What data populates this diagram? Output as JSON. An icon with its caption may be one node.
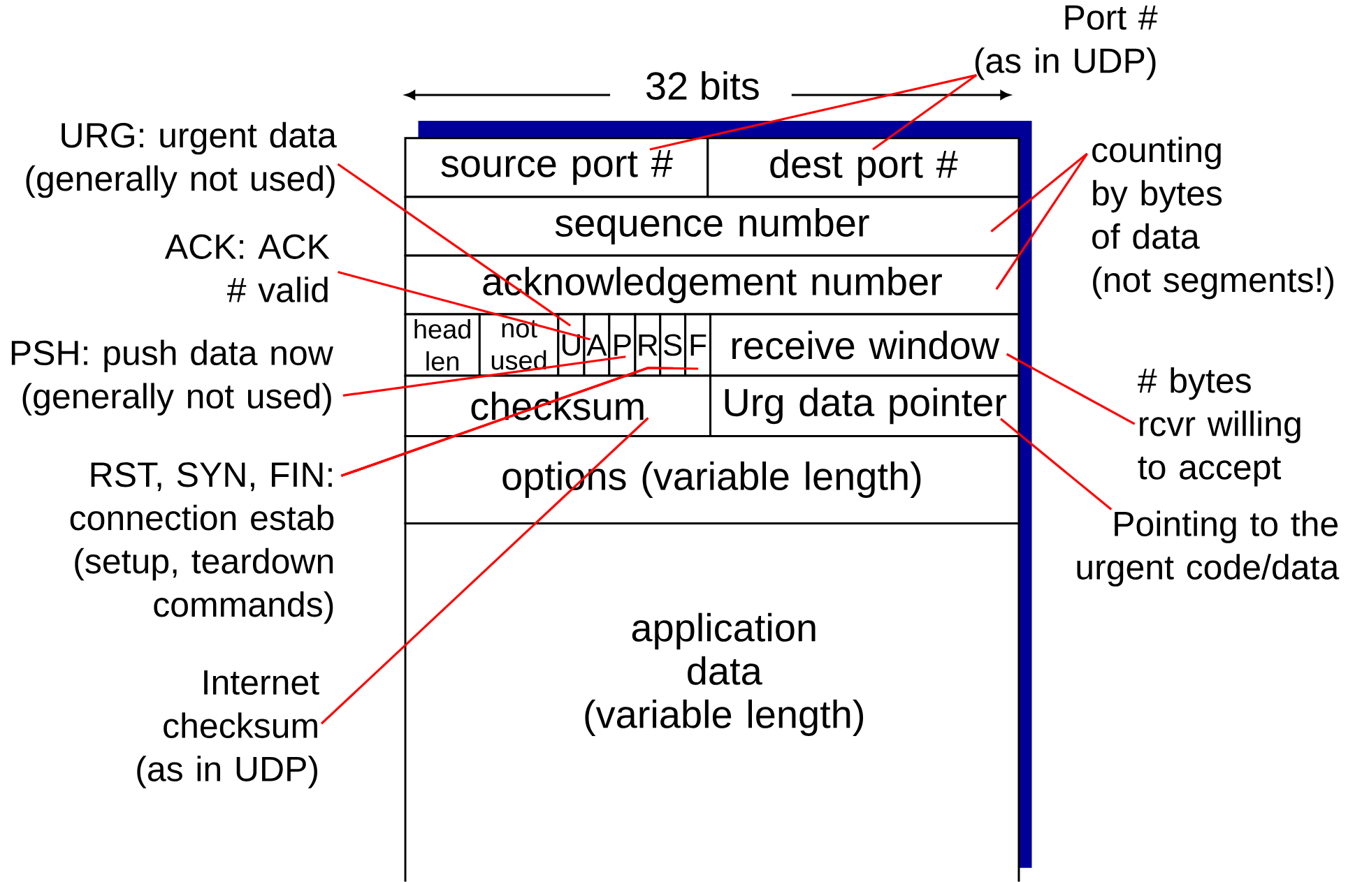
{
  "diagram": {
    "nodes": [
      {
        "text": [
          "Port #",
          "(as in UDP)"
        ]
      },
      {
        "text": [
          "URG: urgent data (generally not used)"
        ]
      },
      {
        "text": [
          "source port #"
        ]
      },
      {
        "text": [
          "dest port #"
        ]
      },
      {
        "text": [
          "counting by bytes of data",
          "(not segments!)"
        ]
      },
      {
        "text": [
          "sequence number"
        ]
      },
      {
        "text": [
          "ACK: ACK # valid"
        ]
      },
      {
        "text": [
          "acknowledgement number"
        ]
      },
      {
        "text": [
          "PSH: push data now (generally not used)"
        ]
      },
      {
        "text": [
          "head len"
        ]
      },
      {
        "text": [
          "not used"
        ]
      },
      {
        "text": [
          "U"
        ]
      },
      {
        "text": [
          "A"
        ]
      },
      {
        "text": [
          "P"
        ]
      },
      {
        "text": [
          "R"
        ]
      },
      {
        "text": [
          "S"
        ]
      },
      {
        "text": [
          "F"
        ]
      },
      {
        "text": [
          "receive window"
        ]
      },
      {
        "text": [
          "# bytes rcvr willing to accept"
        ]
      },
      {
        "text": [
          "checksum"
        ]
      },
      {
        "text": [
          "Urg data pointer"
        ]
      },
      {
        "text": [
          "RST, SYN, FIN: connection estab (setup, teardown commands)"
        ]
      },
      {
        "text": [
          "Pointing to the urgent code/data"
        ]
      },
      {
        "text": [
          "options (variable length)"
        ]
      },
      {
        "text": [
          "application data",
          "(variable length)"
        ]
      },
      {
        "text": [
          "Internet checksum (as in UDP)"
        ]
      }
    ],
    "edges": [
      {
        "from": 0,
        "to": 2,
        "arrow": "none"
      },
      {
        "from": 0,
        "to": 3,
        "arrow": "none"
      },
      {
        "from": 4,
        "to": 5,
        "arrow": "none"
      },
      {
        "from": 4,
        "to": 7,
        "arrow": "none"
      },
      {
        "from": 1,
        "to": 11,
        "arrow": "none"
      },
      {
        "from": 6,
        "to": 12,
        "arrow": "none"
      },
      {
        "from": 8,
        "to": 13,
        "arrow": "none"
      },
      {
        "from": 21,
        "to": 14,
        "arrow": "none"
      },
      {
        "from": 21,
        "to": 15,
        "arrow": "none"
      },
      {
        "from": 21,
        "to": 16,
        "arrow": "none"
      },
      {
        "from": 25,
        "to": 19,
        "arrow": "none"
      },
      {
        "from": 18,
        "to": 17,
        "arrow": "none"
      },
      {
        "from": 22,
        "to": 20,
        "arrow": "none"
      }
    ],
    "labels": [
      "32 bits"
    ]
  }
}
